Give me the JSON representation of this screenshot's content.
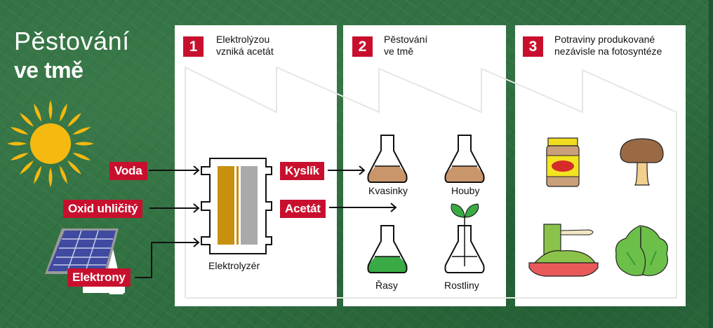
{
  "title": {
    "line1": "Pěstování",
    "line2": "ve tmě"
  },
  "steps": [
    {
      "number": "1",
      "title_line1": "Elektrolýzou",
      "title_line2": "vzniká acetát"
    },
    {
      "number": "2",
      "title_line1": "Pěstování",
      "title_line2": "ve tmě"
    },
    {
      "number": "3",
      "title_line1": "Potraviny produkované",
      "title_line2": "nezávisle na fotosyntéze"
    }
  ],
  "inputs": [
    {
      "label": "Voda",
      "icon": "sun-icon"
    },
    {
      "label": "Oxid uhličitý"
    },
    {
      "label": "Elektrony",
      "icon": "solar-panel-icon"
    }
  ],
  "electrolyzer": {
    "label": "Elektrolyzér"
  },
  "outputs": [
    {
      "label": "Kyslík"
    },
    {
      "label": "Acetát"
    }
  ],
  "organisms": [
    {
      "label": "Kvasinky",
      "icon": "flask-icon",
      "fill_color": "#c9956a"
    },
    {
      "label": "Houby",
      "icon": "flask-icon",
      "fill_color": "#c9956a"
    },
    {
      "label": "Řasy",
      "icon": "flask-icon",
      "fill_color": "#3aaa45"
    },
    {
      "label": "Rostliny",
      "icon": "flask-plant-icon",
      "fill_color": "#ffffff"
    }
  ],
  "foods": [
    {
      "name": "jar",
      "icon": "jar-icon"
    },
    {
      "name": "mushroom",
      "icon": "mushroom-icon"
    },
    {
      "name": "pasta",
      "icon": "pasta-icon"
    },
    {
      "name": "lettuce",
      "icon": "lettuce-icon"
    }
  ],
  "colors": {
    "accent_red": "#c8102e",
    "background_green": "#2f6f40",
    "sun_yellow": "#f6b90f"
  }
}
